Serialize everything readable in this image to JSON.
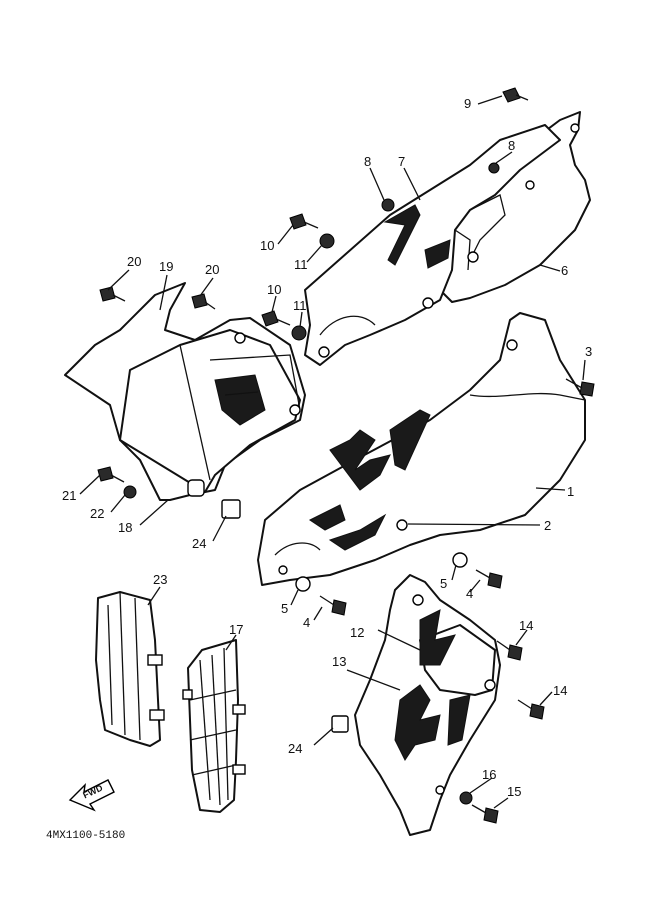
{
  "diagram": {
    "catalog_code": "4MX1100-5180",
    "fwd_label": "FWD",
    "callouts": [
      {
        "id": "c1",
        "label": "1"
      },
      {
        "id": "c2",
        "label": "2"
      },
      {
        "id": "c3",
        "label": "3"
      },
      {
        "id": "c4a",
        "label": "4"
      },
      {
        "id": "c4b",
        "label": "4"
      },
      {
        "id": "c5a",
        "label": "5"
      },
      {
        "id": "c5b",
        "label": "5"
      },
      {
        "id": "c6",
        "label": "6"
      },
      {
        "id": "c7",
        "label": "7"
      },
      {
        "id": "c8a",
        "label": "8"
      },
      {
        "id": "c8b",
        "label": "8"
      },
      {
        "id": "c9",
        "label": "9"
      },
      {
        "id": "c10a",
        "label": "10"
      },
      {
        "id": "c10b",
        "label": "10"
      },
      {
        "id": "c11a",
        "label": "11"
      },
      {
        "id": "c11b",
        "label": "11"
      },
      {
        "id": "c12",
        "label": "12"
      },
      {
        "id": "c13",
        "label": "13"
      },
      {
        "id": "c14a",
        "label": "14"
      },
      {
        "id": "c14b",
        "label": "14"
      },
      {
        "id": "c15",
        "label": "15"
      },
      {
        "id": "c16",
        "label": "16"
      },
      {
        "id": "c17",
        "label": "17"
      },
      {
        "id": "c18",
        "label": "18"
      },
      {
        "id": "c19",
        "label": "19"
      },
      {
        "id": "c20a",
        "label": "20"
      },
      {
        "id": "c20b",
        "label": "20"
      },
      {
        "id": "c21",
        "label": "21"
      },
      {
        "id": "c22",
        "label": "22"
      },
      {
        "id": "c23",
        "label": "23"
      },
      {
        "id": "c24a",
        "label": "24"
      },
      {
        "id": "c24b",
        "label": "24"
      }
    ]
  }
}
